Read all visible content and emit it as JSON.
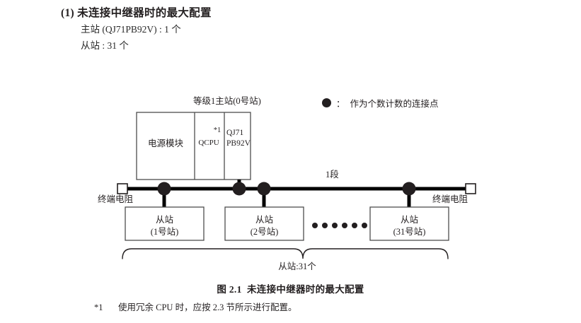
{
  "heading": {
    "number": "(1)",
    "title": "未连接中继器时的最大配置",
    "spec_master": "主站 (QJ71PB92V) : 1 个",
    "spec_slave": "从站 : 31 个"
  },
  "legend": {
    "symbol": "filled-circle",
    "separator": "：",
    "text": "作为个数计数的连接点"
  },
  "rack": {
    "caption": "等级1主站(0号站)",
    "modules": [
      {
        "name": "power-module",
        "label": "电源模块"
      },
      {
        "name": "qcpu-module",
        "label": "QCPU",
        "note": "*1"
      },
      {
        "name": "pb92v-module",
        "line1": "QJ71",
        "line2": "PB92V"
      }
    ]
  },
  "bus": {
    "segment_label": "1段",
    "terminator_left": "终端电阻",
    "terminator_right": "终端电阻",
    "connection_dot_count": 4
  },
  "slaves": [
    {
      "line1": "从站",
      "line2": "(1号站)"
    },
    {
      "line1": "从站",
      "line2": "(2号站)"
    },
    {
      "line1": "从站",
      "line2": "(31号站)"
    }
  ],
  "ellipsis_dots": 6,
  "brace": {
    "caption": "从站:31个"
  },
  "figure": {
    "caption_number": "图 2.1",
    "caption_text": "未连接中继器时的最大配置"
  },
  "footnote": {
    "mark": "*1",
    "text": "使用冗余 CPU 时，应按 2.3 节所示进行配置。"
  },
  "colors": {
    "ink": "#231f20",
    "line": "#000000",
    "box_border": "#4d4d4d",
    "page": "#ffffff"
  }
}
